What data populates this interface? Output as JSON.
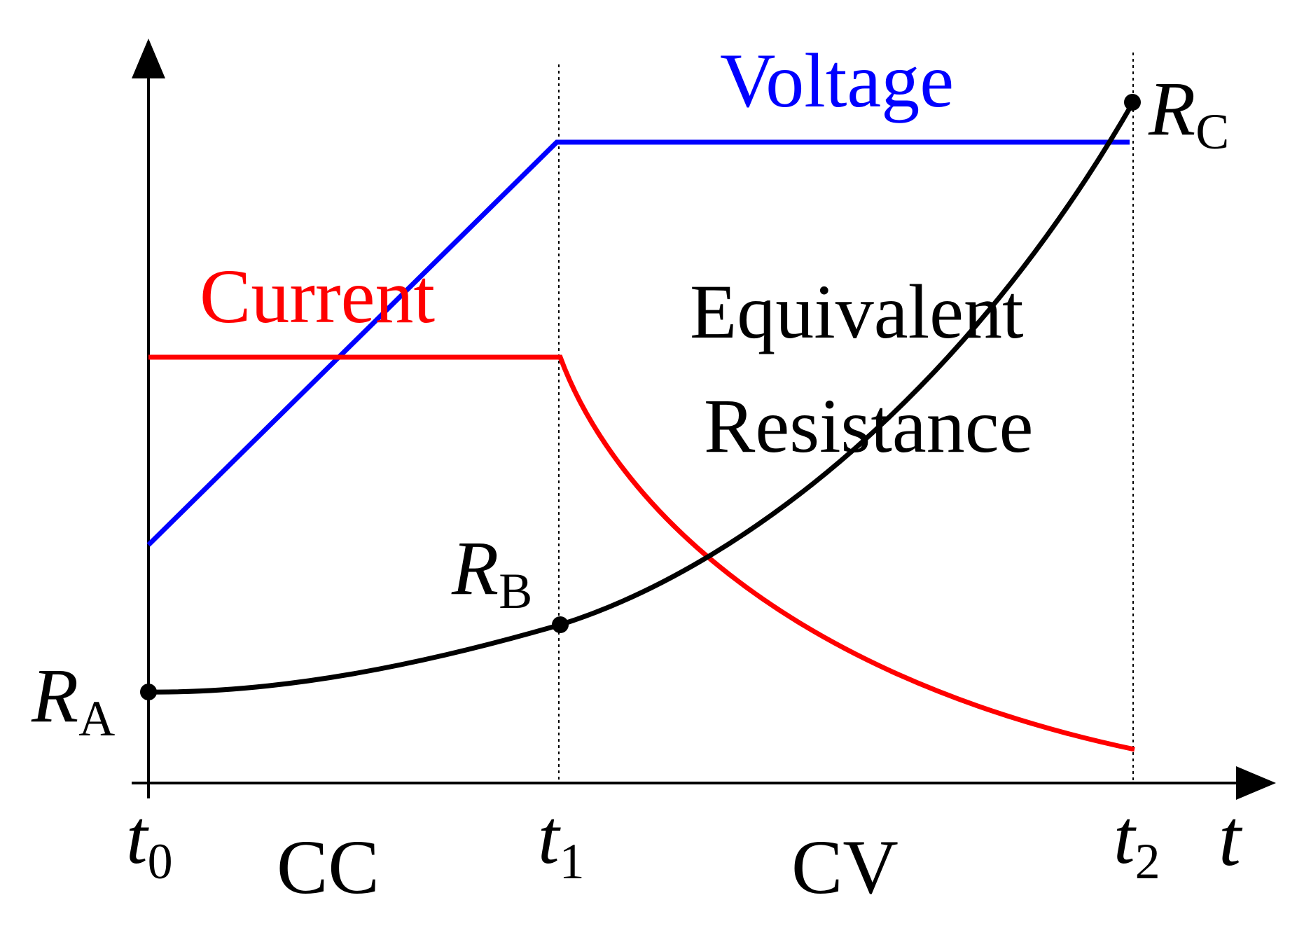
{
  "labels": {
    "voltage": "Voltage",
    "current": "Current",
    "resistance_line1": "Equivalent",
    "resistance_line2": "Resistance",
    "stage_cc": "CC",
    "stage_cv": "CV",
    "time_axis": "t",
    "t0": {
      "base": "t",
      "sub": "0"
    },
    "t1": {
      "base": "t",
      "sub": "1"
    },
    "t2": {
      "base": "t",
      "sub": "2"
    },
    "RA": {
      "base": "R",
      "sub": "A"
    },
    "RB": {
      "base": "R",
      "sub": "B"
    },
    "RC": {
      "base": "R",
      "sub": "C"
    }
  },
  "colors": {
    "voltage": "#0000ff",
    "current": "#ff0000",
    "resistance": "#000000",
    "axis": "#000000"
  }
}
